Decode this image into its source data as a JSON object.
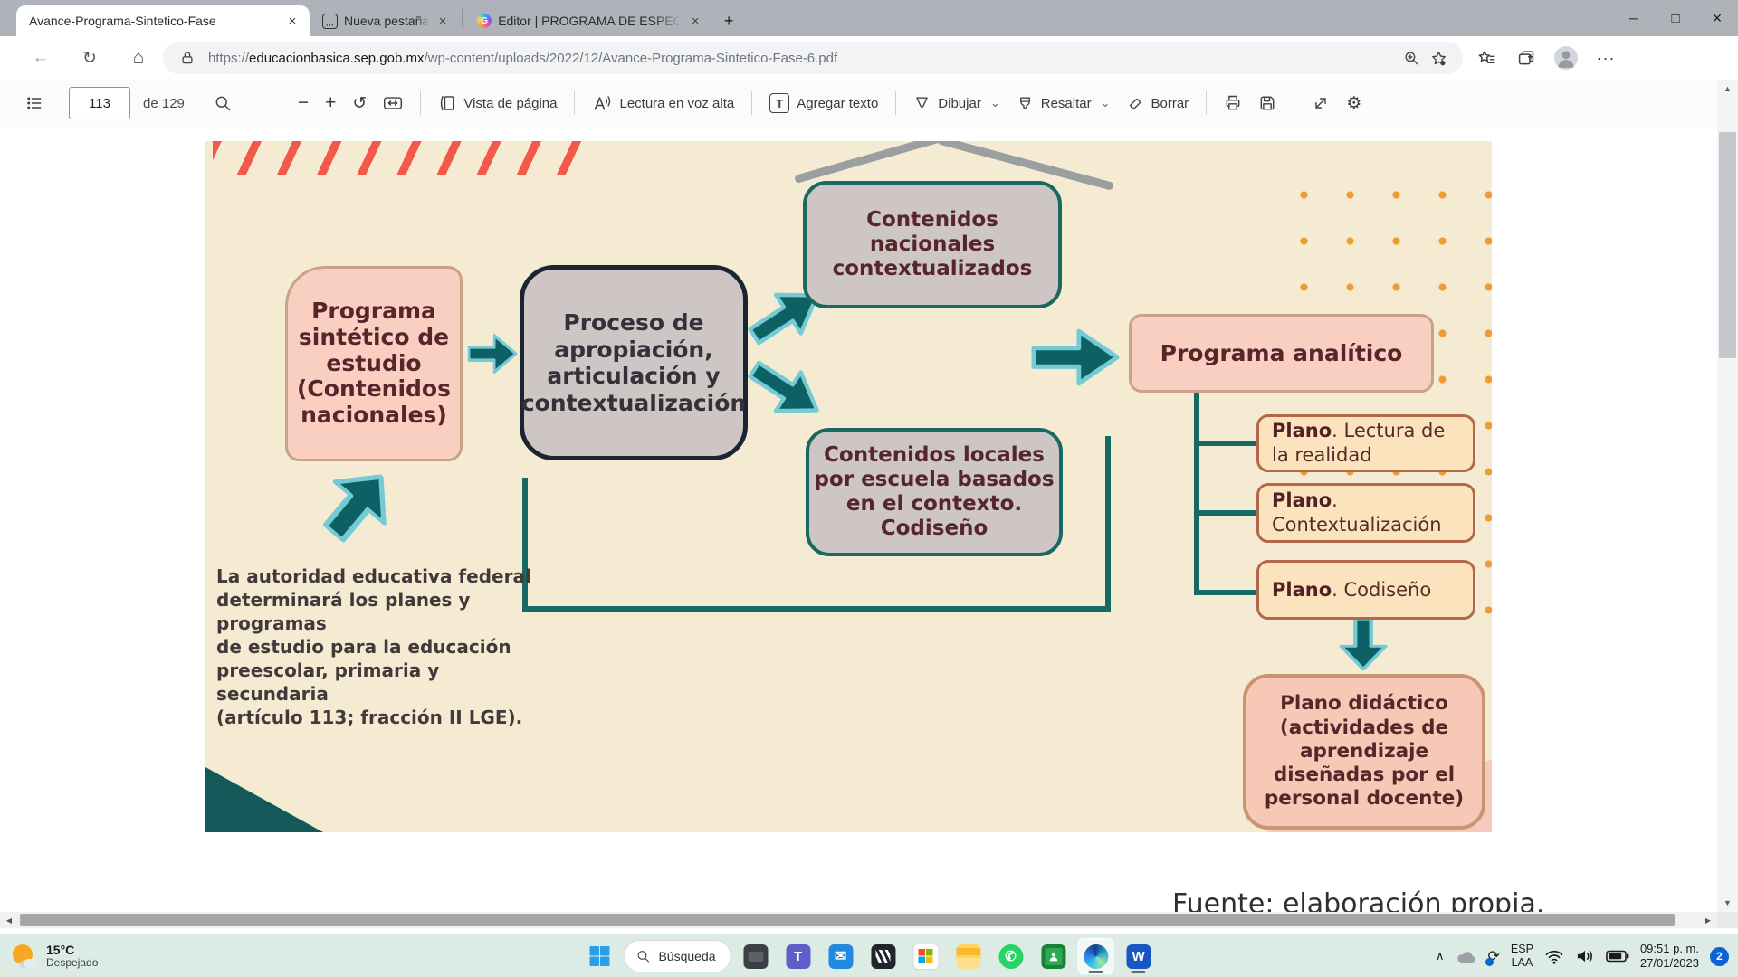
{
  "tabs": {
    "tab1": "Avance-Programa-Sintetico-Fase",
    "tab2": "Nueva pestaña",
    "tab3": "Editor | PROGRAMA DE ESPECIAL"
  },
  "addressbar": {
    "scheme": "https://",
    "domain": "educacionbasica.sep.gob.mx",
    "path": "/wp-content/uploads/2022/12/Avance-Programa-Sintetico-Fase-6.pdf"
  },
  "toolbar": {
    "page": "113",
    "of": "de 129",
    "vista": "Vista de página",
    "lectura": "Lectura en voz alta",
    "agregar": "Agregar texto",
    "agregar_icon": "T",
    "dibujar": "Dibujar",
    "resaltar": "Resaltar",
    "borrar": "Borrar"
  },
  "slide": {
    "box_sintetico": {
      "l1": "Programa",
      "l2": "sintético de",
      "l3": "estudio",
      "l4": "(Contenidos",
      "l5": "nacionales)"
    },
    "box_proceso": {
      "l1": "Proceso de",
      "l2": "apropiación,",
      "l3": "articulación y",
      "l4": "contextualización"
    },
    "box_nacionales": {
      "l1": "Contenidos",
      "l2": "nacionales",
      "l3": "contextualizados"
    },
    "box_locales": {
      "l1": "Contenidos locales",
      "l2": "por escuela basados",
      "l3": "en el contexto.",
      "l4": "Codiseño"
    },
    "box_analitico": "Programa analítico",
    "plano1": {
      "bold": "Plano",
      "rest": ". Lectura de la realidad"
    },
    "plano2": {
      "bold": "Plano",
      "rest": ". Contextualización"
    },
    "plano3": {
      "bold": "Plano",
      "rest": ". Codiseño"
    },
    "box_didactico": {
      "l1": "Plano didáctico",
      "l2": "(actividades de",
      "l3": "aprendizaje",
      "l4": "diseñadas por el",
      "l5": "personal docente)"
    },
    "nota": {
      "l1": "La autoridad educativa federal",
      "l2": "determinará los planes y programas",
      "l3": "de estudio para la educación",
      "l4": "preescolar, primaria y secundaria",
      "l5": "(artículo 113; fracción II LGE)."
    },
    "fuente": "Fuente: elaboración propia."
  },
  "taskbar": {
    "temp": "15°C",
    "weather": "Despejado",
    "search": "Búsqueda",
    "lang1": "ESP",
    "lang2": "LAA",
    "time": "09:51 p. m.",
    "date": "27/01/2023",
    "badge": "2"
  },
  "colors": {
    "teal_accent": "#156a63",
    "arrow_fill": "#0d6164",
    "slide_bg": "#f5ebd2",
    "pink_box": "#f8cfc0",
    "gray_box": "#cdc6c5",
    "plano_box": "#fbe4bd",
    "maroon_text": "#57262b",
    "dots_orange": "#ee9b31",
    "stripe_red": "#f2594b",
    "taskbar_bg": "#dcebe3"
  }
}
